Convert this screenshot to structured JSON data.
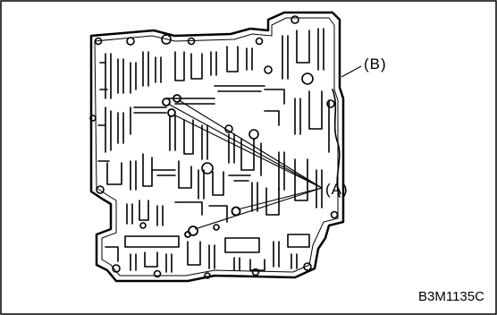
{
  "callouts": {
    "b": "(B)",
    "a": "(A)"
  },
  "figure_code": "B3M1135C",
  "colors": {
    "ink": "#000000",
    "paper": "#ffffff"
  }
}
